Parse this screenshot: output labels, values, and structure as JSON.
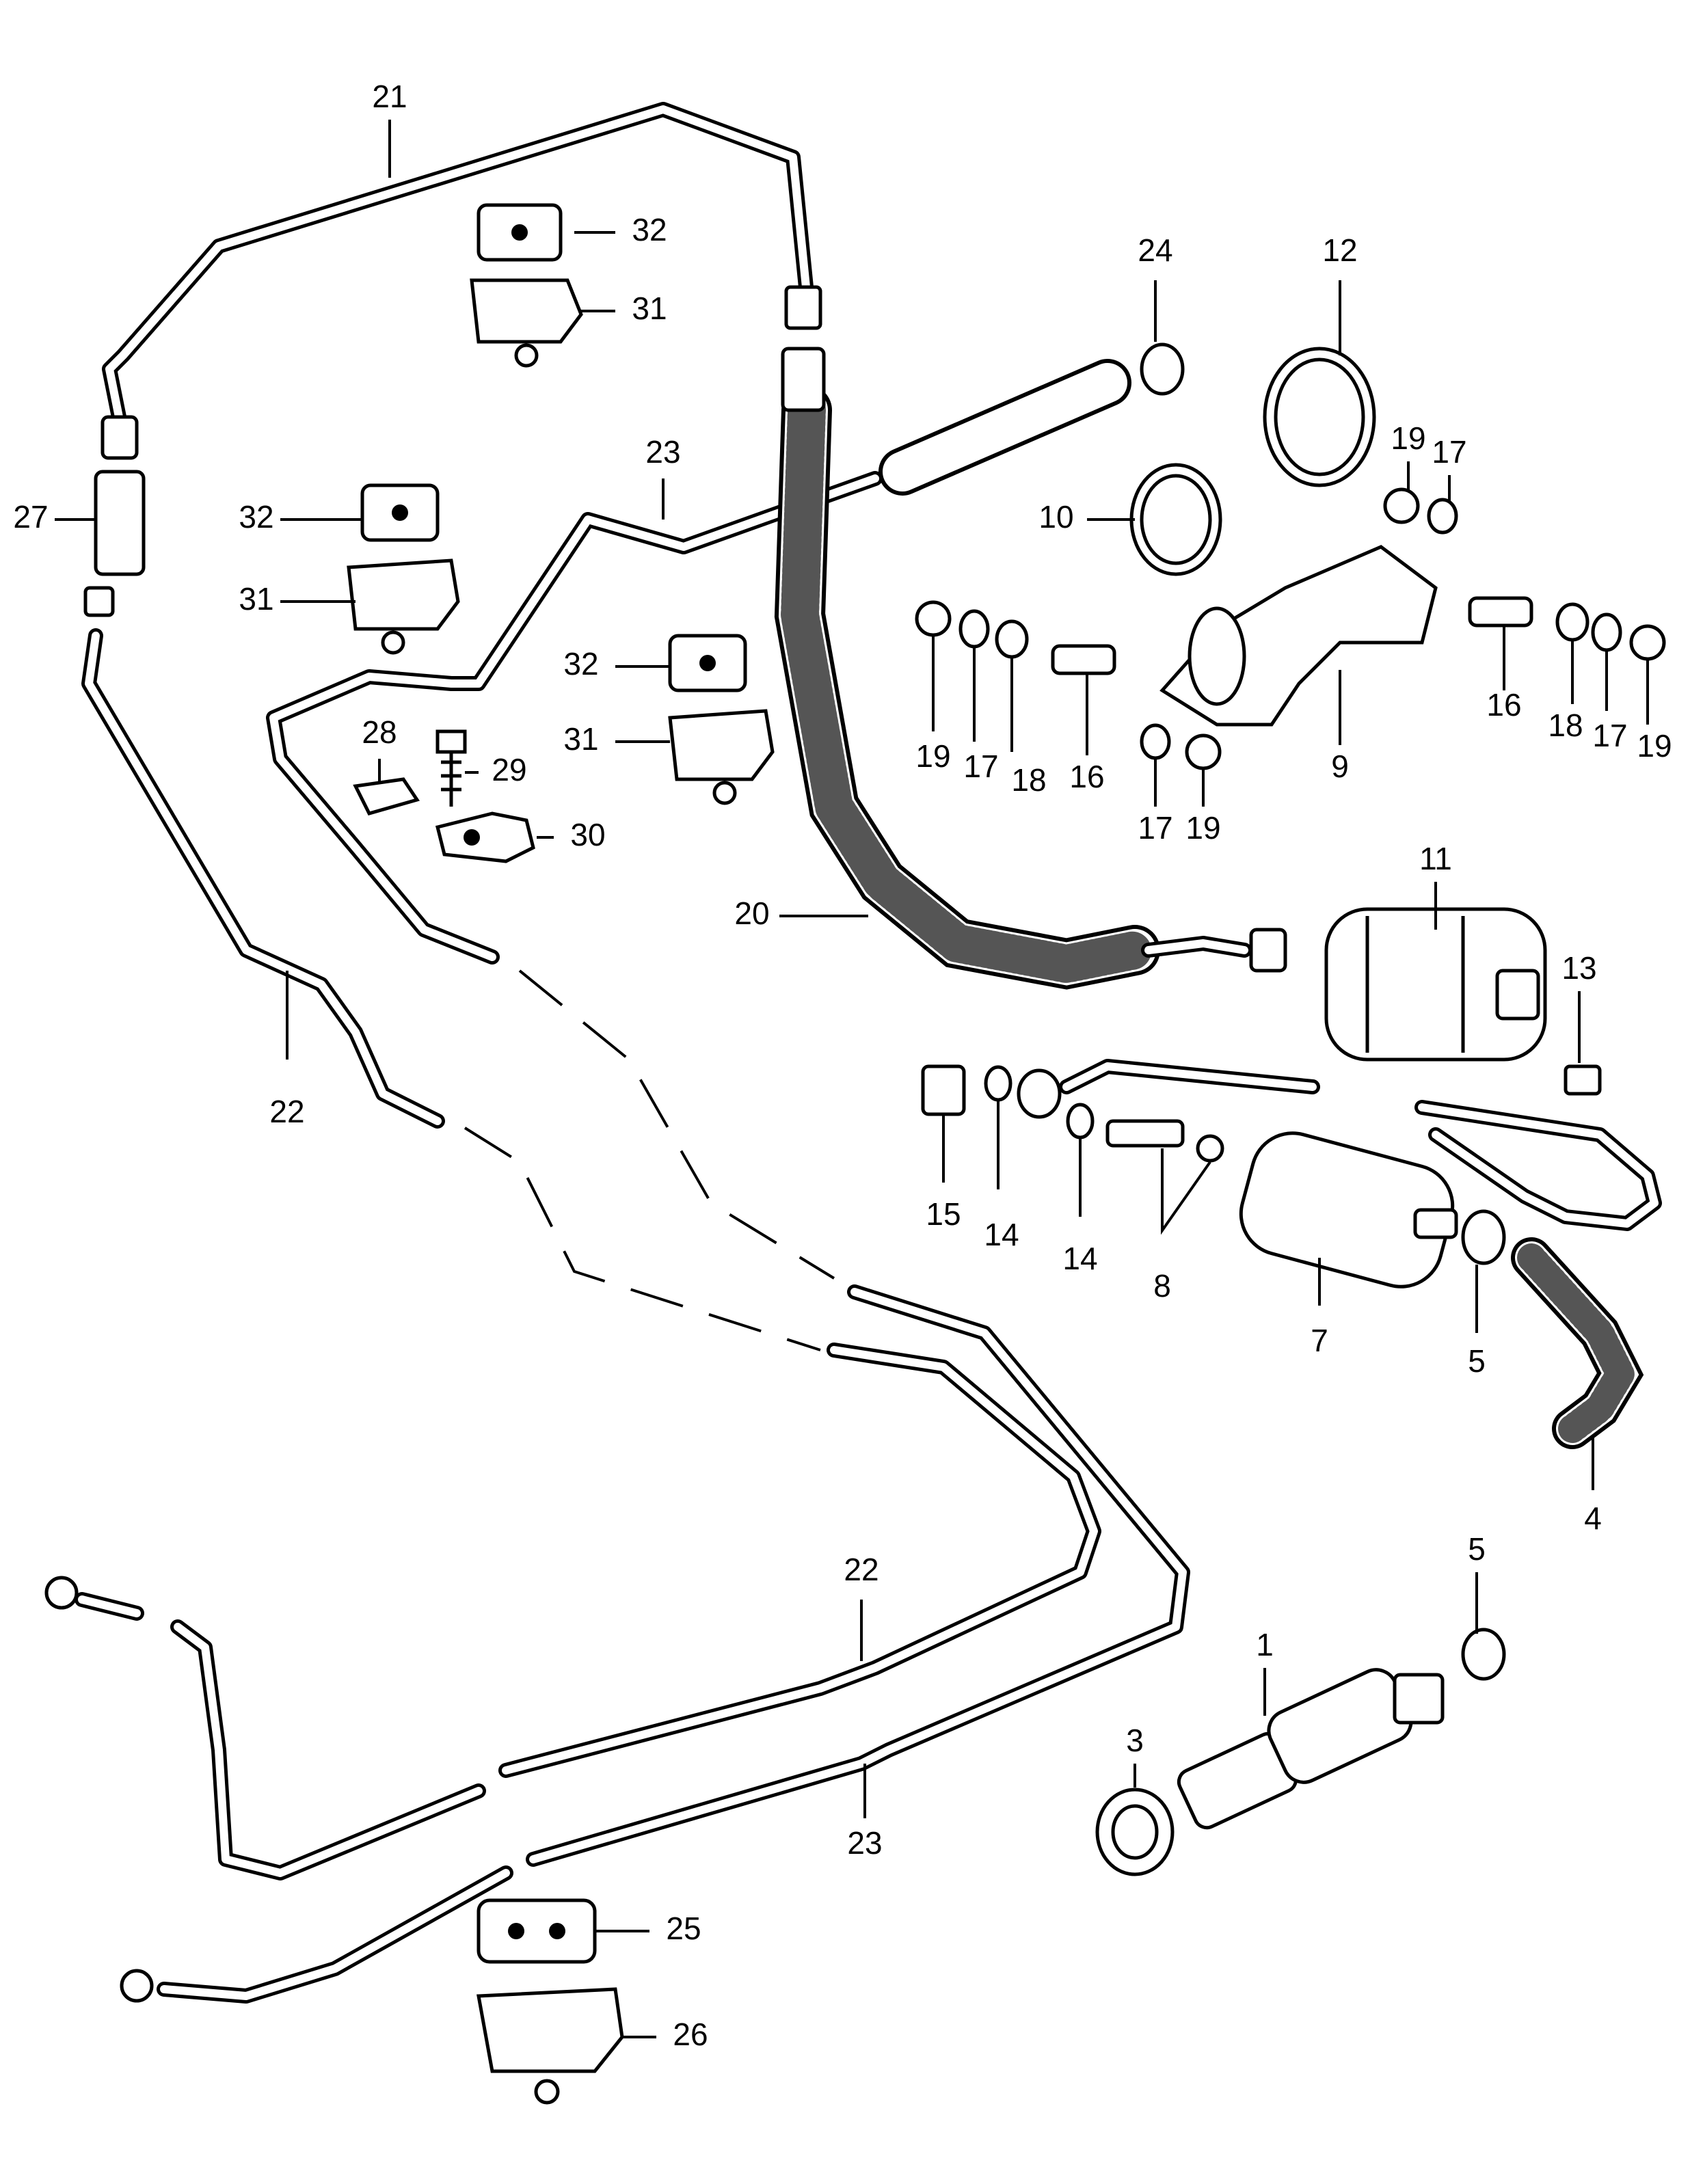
{
  "labels": {
    "p1": "1",
    "p3": "3",
    "p4": "4",
    "p5a": "5",
    "p5b": "5",
    "p7": "7",
    "p8": "8",
    "p9": "9",
    "p10": "10",
    "p11": "11",
    "p12": "12",
    "p13": "13",
    "p14a": "14",
    "p14b": "14",
    "p15": "15",
    "p16a": "16",
    "p16b": "16",
    "p17a": "17",
    "p17b": "17",
    "p17c": "17",
    "p17d": "17",
    "p18a": "18",
    "p18b": "18",
    "p19a": "19",
    "p19b": "19",
    "p19c": "19",
    "p19d": "19",
    "p20": "20",
    "p21": "21",
    "p22a": "22",
    "p22b": "22",
    "p23a": "23",
    "p23b": "23",
    "p24": "24",
    "p25": "25",
    "p26": "26",
    "p27": "27",
    "p28": "28",
    "p29": "29",
    "p30": "30",
    "p31a": "31",
    "p31b": "31",
    "p31c": "31",
    "p32a": "32",
    "p32b": "32",
    "p32c": "32"
  },
  "colors": {
    "ink": "#000000",
    "paper": "#ffffff",
    "hose_texture": "#555555"
  }
}
